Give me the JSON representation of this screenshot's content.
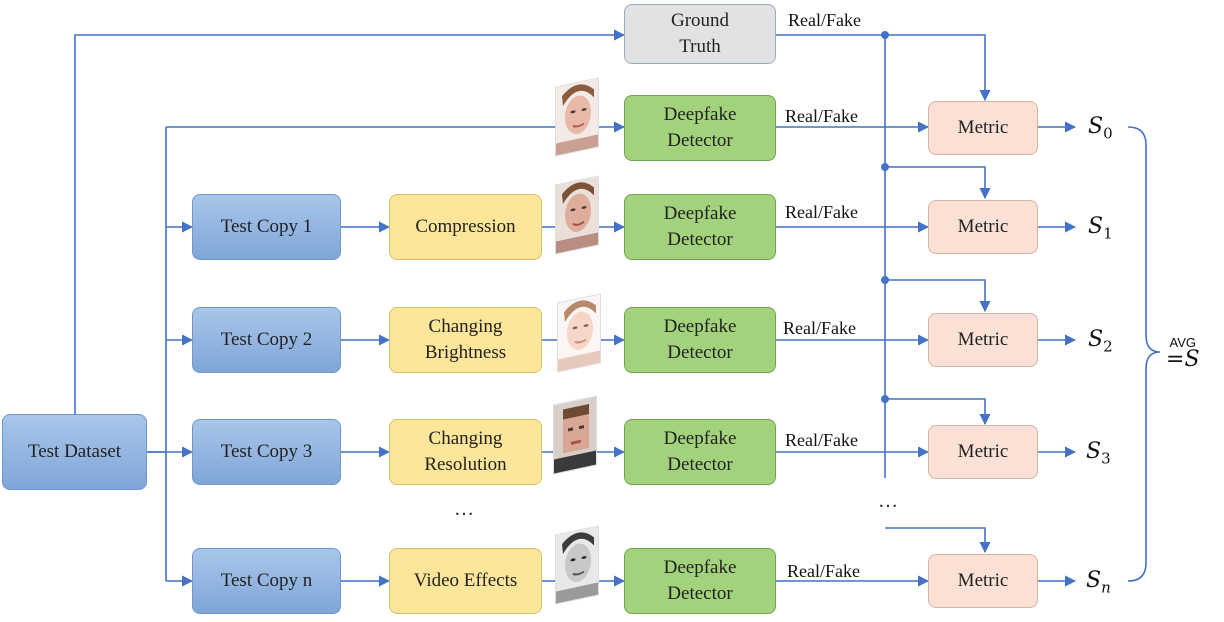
{
  "nodes": {
    "test_dataset": "Test Dataset",
    "ground_truth": "Ground\nTruth",
    "copies": [
      "Test Copy 1",
      "Test Copy 2",
      "Test Copy 3",
      "Test Copy n"
    ],
    "perturbations": [
      "Compression",
      "Changing\nBrightness",
      "Changing\nResolution",
      "Video Effects"
    ],
    "detector": "Deepfake\nDetector",
    "metric": "Metric"
  },
  "edge_labels": {
    "real_fake": "Real/Fake"
  },
  "scores": {
    "symbol": "S",
    "subscripts": [
      "0",
      "1",
      "2",
      "3",
      "n"
    ]
  },
  "ellipsis": "…",
  "aggregate": {
    "op_label": "AVG",
    "equals": "=",
    "result": "S"
  },
  "colors": {
    "arrow": "#4472c4",
    "blue_box": "#8fb1de",
    "yellow_box": "#fde69a",
    "green_box": "#a3d27c",
    "peach_box": "#fbe1d5",
    "gray_box": "#e2e2e2"
  }
}
